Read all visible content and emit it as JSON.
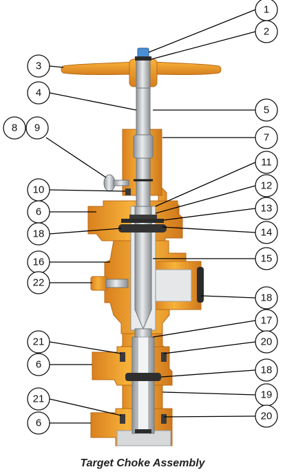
{
  "title": "Target Choke Assembly",
  "callouts": [
    "1",
    "2",
    "3",
    "4",
    "5",
    "6",
    "7",
    "8",
    "9",
    "10",
    "11",
    "12",
    "13",
    "14",
    "15",
    "16",
    "17",
    "18",
    "19",
    "20",
    "21",
    "22"
  ],
  "colors": {
    "body": "#F2A22A",
    "body_dark": "#C9731A",
    "steel": "#BFC3C7",
    "steel_dark": "#7D8287",
    "seal": "#2B2B2B",
    "bore": "#E6E7E8",
    "cap": "#4A8FD6"
  }
}
